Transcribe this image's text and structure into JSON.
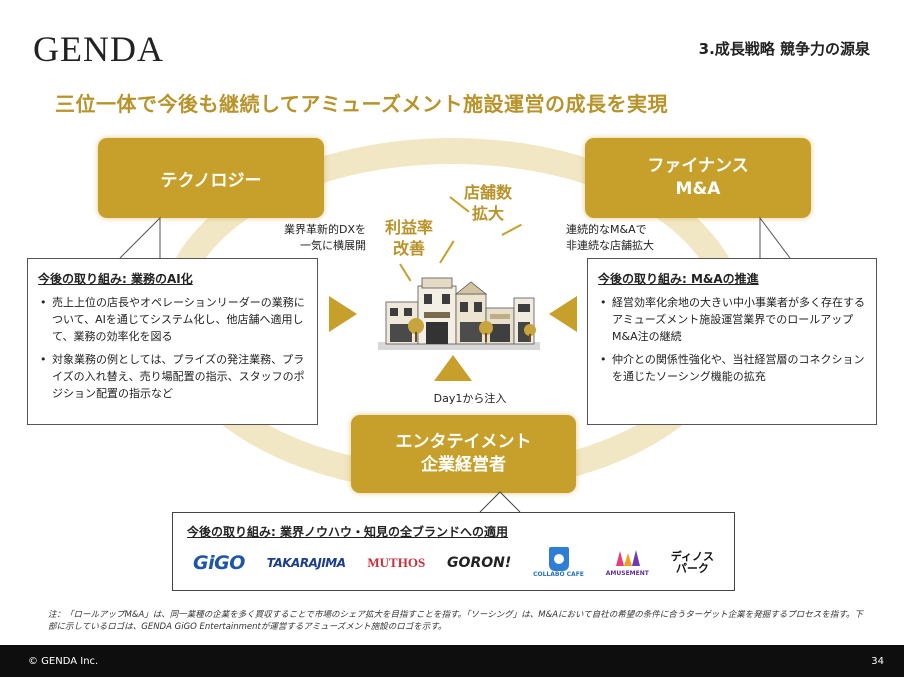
{
  "header": {
    "logo": "GENDA",
    "section_title": "3.成長戦略 競争力の源泉",
    "headline": "三位一体で今後も継続してアミューズメント施設運営の成長を実現"
  },
  "pillars": {
    "technology": {
      "title": "テクノロジー"
    },
    "finance": {
      "title_line1": "ファイナンス",
      "title_line2": "M&A"
    },
    "entertainment": {
      "title_line1": "エンタテイメント",
      "title_line2": "企業経営者"
    }
  },
  "annotations": {
    "left_line1": "業界革新的DXを",
    "left_line2": "一気に横展開",
    "right_line1": "連続的なM&Aで",
    "right_line2": "非連続な店舗拡大",
    "bottom": "Day1から注入",
    "profit_line1": "利益率",
    "profit_line2": "改善",
    "store_line1": "店舗数",
    "store_line2": "拡大"
  },
  "callout_left": {
    "heading": "今後の取り組み: 業務のAI化",
    "bullets": [
      "売上上位の店長やオペレーションリーダーの業務について、AIを通じてシステム化し、他店舗へ適用して、業務の効率化を図る",
      "対象業務の例としては、プライズの発注業務、プライズの入れ替え、売り場配置の指示、スタッフのポジション配置の指示など"
    ]
  },
  "callout_right": {
    "heading": "今後の取り組み: M&Aの推進",
    "bullets": [
      "経営効率化余地の大きい中小事業者が多く存在するアミューズメント施設運営業界でのロールアップM&A注の継続",
      "仲介との関係性強化や、当社経営層のコネクションを通じたソーシング機能の拡充"
    ]
  },
  "callout_bottom": {
    "heading": "今後の取り組み: 業界ノウハウ・知見の全ブランドへの適用",
    "brands": {
      "gigo": "GiGO",
      "takarajima": "TAKARAJIMA",
      "muthos": "MUTHOS",
      "goron": "GORON!",
      "collabo": "COLLABO CAFE",
      "jam": "AMUSEMENT",
      "dino_line1": "ディノス",
      "dino_line2": "パーク"
    }
  },
  "footnote": "注：「ロールアップM&A」は、同一業種の企業を多く買収することで市場のシェア拡大を目指すことを指す。「ソーシング」は、M&Aにおいて自社の希望の条件に合うターゲット企業を発掘するプロセスを指す。下部に示しているロゴは、GENDA GiGO Entertainmentが運営するアミューズメント施設のロゴを示す。",
  "footer": {
    "copyright": "© GENDA Inc.",
    "page": "34"
  },
  "colors": {
    "gold": "#c79f2b",
    "headline_gold": "#b8932a",
    "ring": "#f1e7c5",
    "footer_bg": "#0e0e0e"
  }
}
